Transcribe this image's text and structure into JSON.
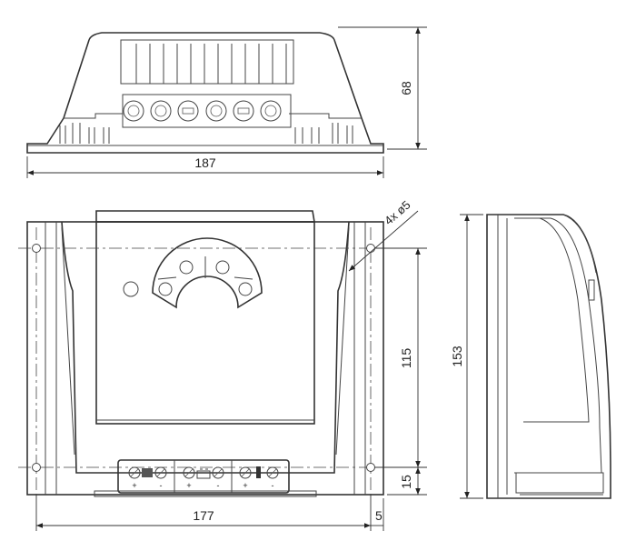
{
  "dimensions": {
    "top_width": "187",
    "top_height": "68",
    "hole_spec": "4x ø5",
    "front_hole_height": "115",
    "front_bottom_offset": "15",
    "front_hole_spacing": "177",
    "front_edge_offset": "5",
    "side_height": "153"
  },
  "terminal_symbols": {
    "plus": "+",
    "minus": "-"
  }
}
